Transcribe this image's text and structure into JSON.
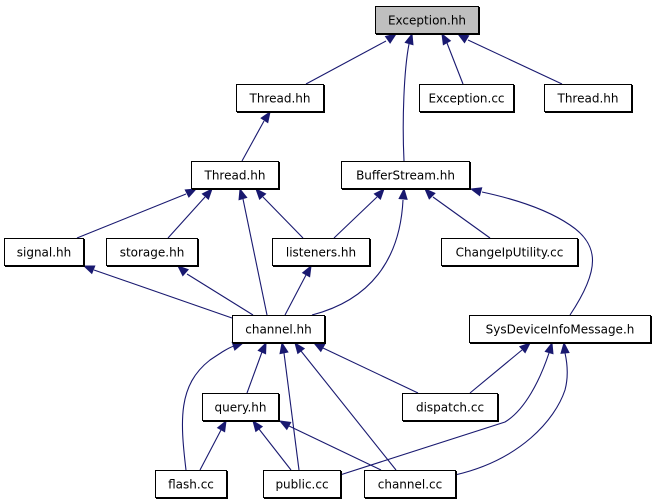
{
  "diagram": {
    "type": "include-dependency-graph",
    "colors": {
      "edge": "#191970",
      "root_fill": "#bfbfbf",
      "node_fill": "#ffffff",
      "border": "#000000"
    },
    "nodes": [
      {
        "id": "exception_hh",
        "label": "Exception.hh",
        "root": true
      },
      {
        "id": "thread_hh_a",
        "label": "Thread.hh"
      },
      {
        "id": "exception_cc",
        "label": "Exception.cc"
      },
      {
        "id": "thread_hh_b",
        "label": "Thread.hh"
      },
      {
        "id": "thread_hh_c",
        "label": "Thread.hh"
      },
      {
        "id": "bufferstream_hh",
        "label": "BufferStream.hh"
      },
      {
        "id": "signal_hh",
        "label": "signal.hh"
      },
      {
        "id": "storage_hh",
        "label": "storage.hh"
      },
      {
        "id": "listeners_hh",
        "label": "listeners.hh"
      },
      {
        "id": "changeiputility_cc",
        "label": "ChangeIpUtility.cc"
      },
      {
        "id": "channel_hh",
        "label": "channel.hh"
      },
      {
        "id": "sysdeviceinfomessage_h",
        "label": "SysDeviceInfoMessage.h"
      },
      {
        "id": "query_hh",
        "label": "query.hh"
      },
      {
        "id": "dispatch_cc",
        "label": "dispatch.cc"
      },
      {
        "id": "flash_cc",
        "label": "flash.cc"
      },
      {
        "id": "public_cc",
        "label": "public.cc"
      },
      {
        "id": "channel_cc",
        "label": "channel.cc"
      }
    ],
    "edges": [
      {
        "from": "thread_hh_a",
        "to": "exception_hh"
      },
      {
        "from": "bufferstream_hh",
        "to": "exception_hh"
      },
      {
        "from": "exception_cc",
        "to": "exception_hh"
      },
      {
        "from": "thread_hh_b",
        "to": "exception_hh"
      },
      {
        "from": "thread_hh_c",
        "to": "thread_hh_a"
      },
      {
        "from": "signal_hh",
        "to": "thread_hh_c"
      },
      {
        "from": "storage_hh",
        "to": "thread_hh_c"
      },
      {
        "from": "channel_hh",
        "to": "thread_hh_c"
      },
      {
        "from": "listeners_hh",
        "to": "thread_hh_c"
      },
      {
        "from": "listeners_hh",
        "to": "bufferstream_hh"
      },
      {
        "from": "channel_hh",
        "to": "bufferstream_hh"
      },
      {
        "from": "changeiputility_cc",
        "to": "bufferstream_hh"
      },
      {
        "from": "sysdeviceinfomessage_h",
        "to": "bufferstream_hh"
      },
      {
        "from": "channel_hh",
        "to": "signal_hh"
      },
      {
        "from": "channel_hh",
        "to": "storage_hh"
      },
      {
        "from": "channel_hh",
        "to": "listeners_hh"
      },
      {
        "from": "flash_cc",
        "to": "channel_hh"
      },
      {
        "from": "query_hh",
        "to": "channel_hh"
      },
      {
        "from": "public_cc",
        "to": "channel_hh"
      },
      {
        "from": "channel_cc",
        "to": "channel_hh"
      },
      {
        "from": "dispatch_cc",
        "to": "channel_hh"
      },
      {
        "from": "dispatch_cc",
        "to": "sysdeviceinfomessage_h"
      },
      {
        "from": "public_cc",
        "to": "sysdeviceinfomessage_h"
      },
      {
        "from": "channel_cc",
        "to": "sysdeviceinfomessage_h"
      },
      {
        "from": "flash_cc",
        "to": "query_hh"
      },
      {
        "from": "public_cc",
        "to": "query_hh"
      },
      {
        "from": "channel_cc",
        "to": "query_hh"
      }
    ]
  }
}
